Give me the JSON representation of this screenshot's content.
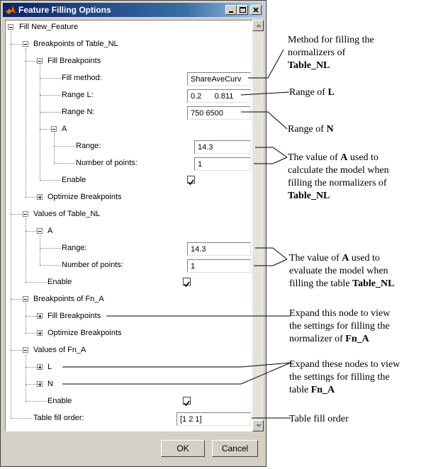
{
  "window": {
    "title": "Feature Filling Options",
    "controls": [
      "minimize",
      "maximize",
      "close"
    ]
  },
  "tree": {
    "root": "Fill New_Feature",
    "bp_table": "Breakpoints of Table_NL",
    "fill_bp": "Fill Breakpoints",
    "fill_method_label": "Fill method:",
    "fill_method_value": "ShareAveCurv",
    "range_l_label": "Range L:",
    "range_l_value": "0.2      0.811",
    "range_n_label": "Range N:",
    "range_n_value": "750  6500",
    "a1": "A",
    "a1_range_label": "Range:",
    "a1_range_value": "14.3",
    "a1_points_label": "Number of points:",
    "a1_points_value": "1",
    "enable1": "Enable",
    "opt_bp1": "Optimize Breakpoints",
    "values_table": "Values of Table_NL",
    "a2": "A",
    "a2_range_label": "Range:",
    "a2_range_value": "14.3",
    "a2_points_label": "Number of points:",
    "a2_points_value": "1",
    "enable2": "Enable",
    "bp_fn": "Breakpoints of Fn_A",
    "fill_bp2": "Fill Breakpoints",
    "opt_bp2": "Optimize Breakpoints",
    "values_fn": "Values of Fn_A",
    "l_node": "L",
    "n_node": "N",
    "enable3": "Enable",
    "fill_order_label": "Table fill order:",
    "fill_order_value": "[1 2 1]"
  },
  "enable_checks": [
    true,
    true,
    true
  ],
  "buttons": {
    "ok": "OK",
    "cancel": "Cancel"
  },
  "annotations": {
    "method_1": "Method for filling the",
    "method_2": "normalizers of",
    "method_3": "Table_NL",
    "range_l_1": "Range of ",
    "range_l_2": "L",
    "range_n_1": "Range of ",
    "range_n_2": "N",
    "a_calc_1a": "The value of ",
    "a_calc_1b": "A",
    "a_calc_1c": " used to",
    "a_calc_2": "calculate the model when",
    "a_calc_3": "filling the normalizers of",
    "a_calc_4": "Table_NL",
    "a_eval_1a": "The value of ",
    "a_eval_1b": "A",
    "a_eval_1c": " used to",
    "a_eval_2": "evaluate the model when",
    "a_eval_3a": "filling the table ",
    "a_eval_3b": "Table_NL",
    "expand1_1": "Expand this node to view",
    "expand1_2": "the settings for filling the",
    "expand1_3a": "normalizer of ",
    "expand1_3b": "Fn_A",
    "expand2_1": "Expand these nodes to view",
    "expand2_2": "the settings for filling the",
    "expand2_3a": "table ",
    "expand2_3b": "Fn_A",
    "fill_order": "Table fill order"
  }
}
